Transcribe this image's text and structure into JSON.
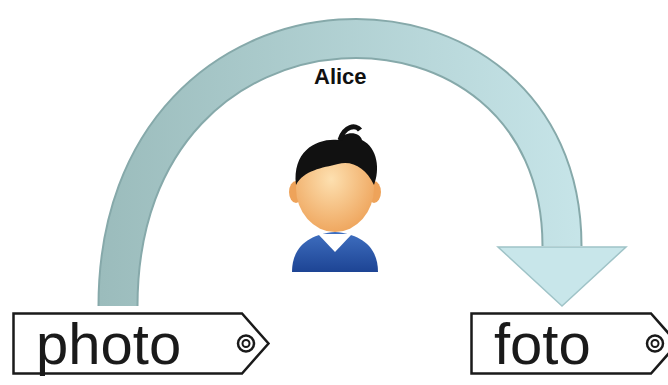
{
  "diagram": {
    "nodes": [
      {
        "text": [
          "photo"
        ]
      },
      {
        "text": [
          "foto"
        ]
      }
    ],
    "edges": [
      {
        "from": 0,
        "to": 1,
        "arrow": "to",
        "label": "Alice"
      }
    ]
  }
}
